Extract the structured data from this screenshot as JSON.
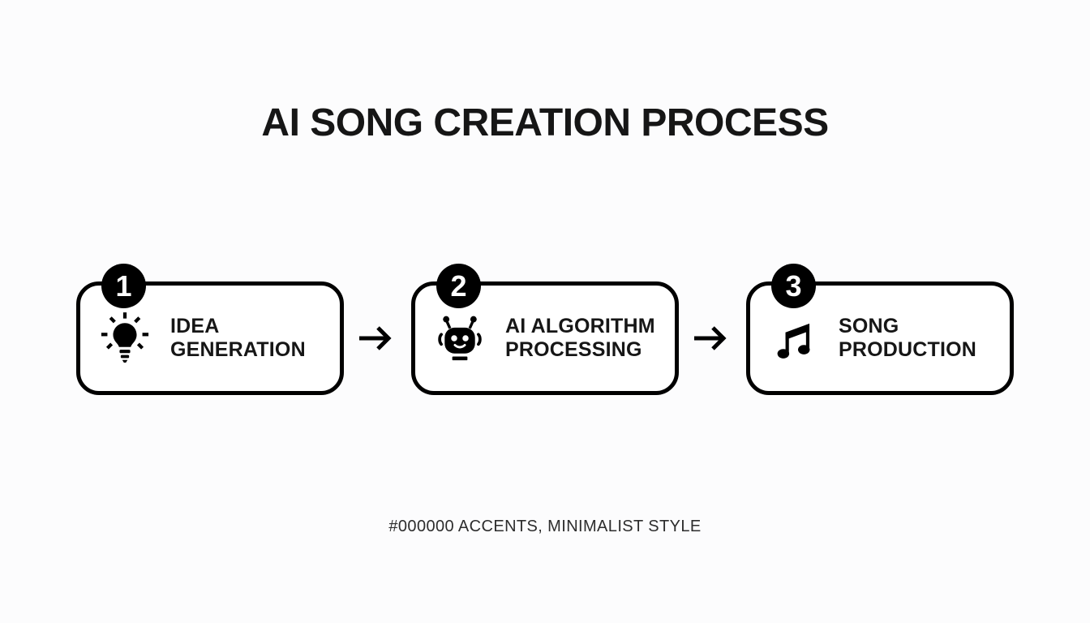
{
  "title": "AI SONG CREATION PROCESS",
  "caption": "#000000 ACCENTS, MINIMALIST STYLE",
  "style": {
    "accent_color": "#000000",
    "background_color": "#fcfcfd",
    "box_fill": "#ffffff",
    "badge_text_color": "#ffffff"
  },
  "steps": [
    {
      "number": "1",
      "label": "IDEA\nGENERATION",
      "icon": "lightbulb-icon"
    },
    {
      "number": "2",
      "label": "AI ALGORITHM\nPROCESSING",
      "icon": "robot-icon"
    },
    {
      "number": "3",
      "label": "SONG\nPRODUCTION",
      "icon": "music-note-icon"
    }
  ],
  "connectors": [
    {
      "icon": "right-arrow-icon"
    },
    {
      "icon": "right-arrow-icon"
    }
  ]
}
